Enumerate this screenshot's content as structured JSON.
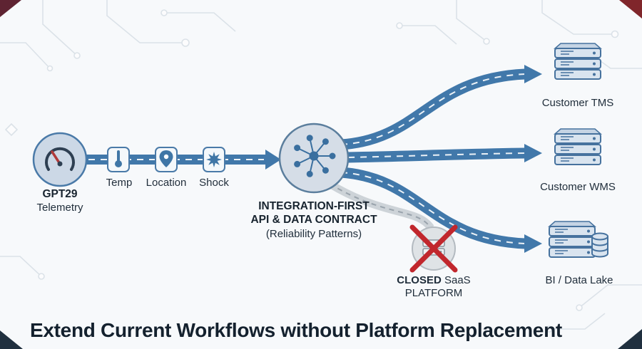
{
  "diagram": {
    "title": "Extend Current Workflows without Platform Replacement",
    "source": {
      "name": "GPT29",
      "descriptor": "Telemetry",
      "icon": "gauge-icon"
    },
    "sensors": [
      {
        "label": "Temp",
        "icon": "thermometer-icon"
      },
      {
        "label": "Location",
        "icon": "location-pin-icon"
      },
      {
        "label": "Shock",
        "icon": "shock-burst-icon"
      }
    ],
    "hub": {
      "line1": "INTEGRATION-FIRST",
      "line2": "API & DATA CONTRACT",
      "line3": "(Reliability Patterns)",
      "icon": "hub-spoke-icon"
    },
    "targets": [
      {
        "label": "Customer TMS",
        "icon": "server-rack-icon"
      },
      {
        "label": "Customer WMS",
        "icon": "server-rack-icon"
      },
      {
        "label": "BI / Data Lake",
        "icon": "server-database-icon"
      }
    ],
    "closed_platform": {
      "word_bold": "CLOSED",
      "word_rest": "SaaS",
      "line2": "PLATFORM",
      "icon": "crossed-out-platform-icon"
    },
    "colors": {
      "flow_blue": "#4178aa",
      "node_fill": "#cdd9e6",
      "node_stroke": "#4a7aa8",
      "icon_blue": "#3f76a6",
      "text_dark": "#1c2a38",
      "error_red": "#c1272d",
      "disabled_gray": "#b3bac0"
    }
  }
}
